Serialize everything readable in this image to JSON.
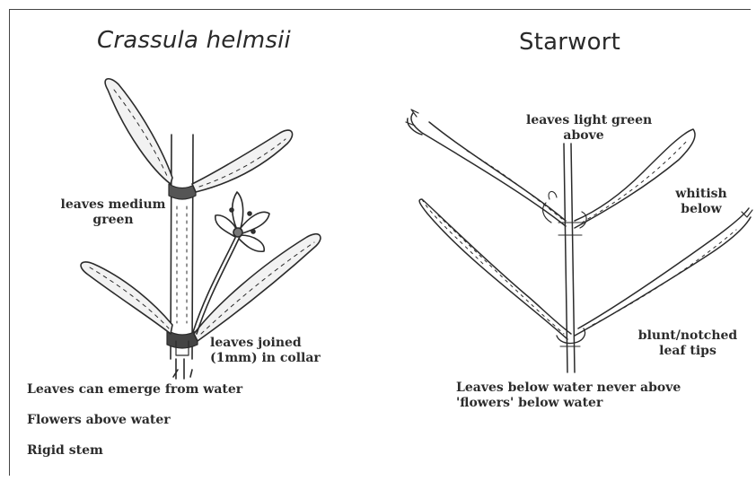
{
  "left": {
    "title": "Crassula helmsii",
    "label_leaves_color": [
      "leaves medium",
      "green"
    ],
    "label_joined": [
      "leaves joined",
      "(1mm) in collar"
    ],
    "notes": [
      "Leaves can emerge from water",
      "Flowers above water",
      "Rigid stem"
    ]
  },
  "right": {
    "title": "Starwort",
    "label_top": [
      "leaves light green",
      "above"
    ],
    "label_below": [
      "whitish",
      "below"
    ],
    "label_tips": [
      "blunt/notched",
      "leaf tips"
    ],
    "notes": [
      "Leaves below water never above",
      "'flowers' below water"
    ]
  }
}
